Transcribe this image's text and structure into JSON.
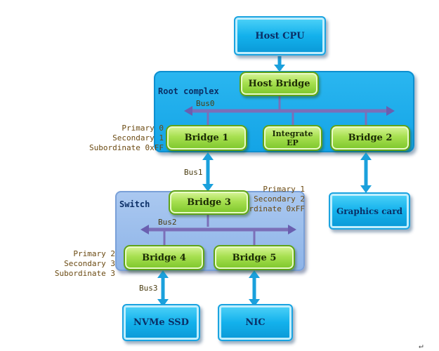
{
  "host_cpu": "Host CPU",
  "root_complex": {
    "label": "Root complex",
    "host_bridge": "Host Bridge",
    "bus": "Bus0",
    "bridge1": "Bridge 1",
    "integrate_ep_line1": "Integrate",
    "integrate_ep_line2": "EP",
    "bridge2": "Bridge 2"
  },
  "bridge1_numbers": [
    "Primary 0",
    "Secondary 1",
    "Subordinate 0xFF"
  ],
  "bus1": "Bus1",
  "graphics_card": "Graphics card",
  "switch": {
    "label": "Switch",
    "bridge3": "Bridge 3",
    "bus": "Bus2",
    "bridge4": "Bridge 4",
    "bridge5": "Bridge 5"
  },
  "bridge3_numbers": [
    "Primary 1",
    "Secondary 2",
    "Subordinate 0xFF"
  ],
  "bridge4_numbers": [
    "Primary 2",
    "Secondary 3",
    "Subordinate 3"
  ],
  "bus3": "Bus3",
  "nvme_ssd": "NVMe SSD",
  "nic": "NIC",
  "colors": {
    "endpoint_blue": "#13b1ec",
    "bridge_green": "#a7e050",
    "root_complex": "#14a4e6",
    "switch": "#8eb4e8",
    "bus_line": "#7b6fb8",
    "text_dark_blue": "#0b2f66",
    "note_brown": "#6b4a12"
  }
}
